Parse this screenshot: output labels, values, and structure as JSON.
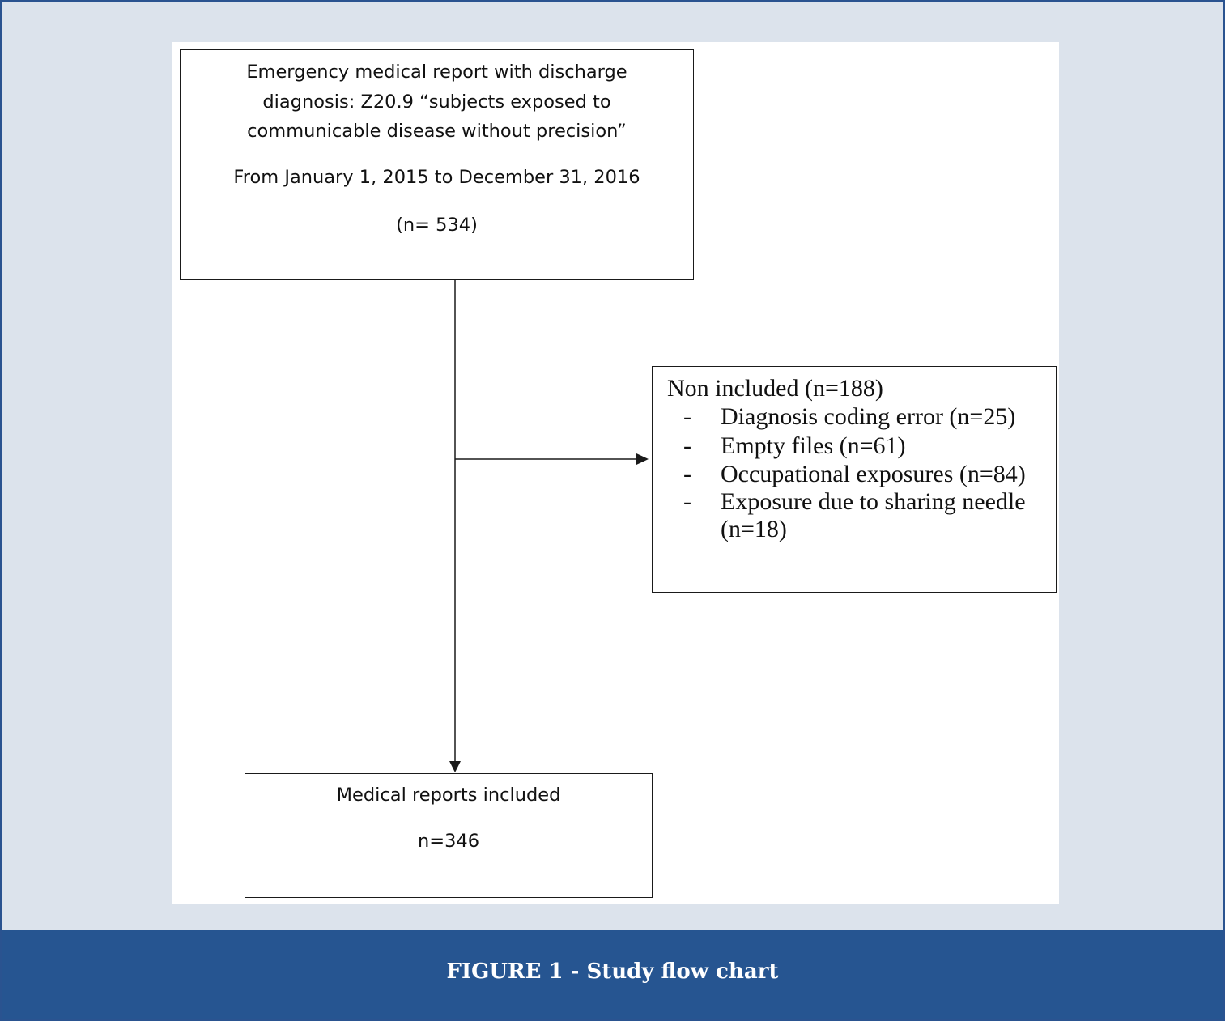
{
  "diagram": {
    "top_box": {
      "lines": [
        "Emergency medical report with discharge",
        "diagnosis: Z20.9 “subjects exposed to",
        "communicable disease without precision”",
        "From January 1, 2015 to December 31, 2016",
        "(n= 534)"
      ]
    },
    "exclusion_box": {
      "heading": "Non included (n=188)",
      "bullet": "-",
      "items": [
        "Diagnosis coding error (n=25)",
        "Empty files (n=61)",
        "Occupational exposures (n=84)",
        "Exposure due to sharing needle",
        "(n=18)"
      ]
    },
    "bottom_box": {
      "lines": [
        "Medical reports included",
        "n=346"
      ]
    }
  },
  "caption": "FIGURE 1 - Study flow chart"
}
